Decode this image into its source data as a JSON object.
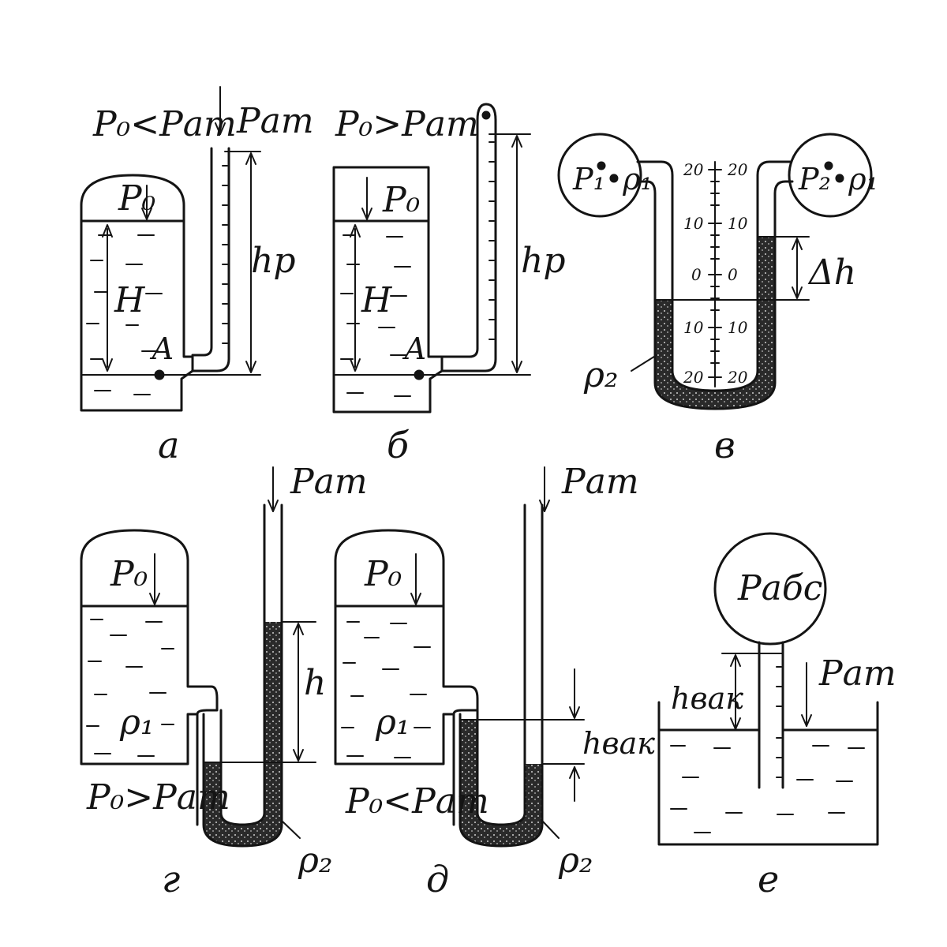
{
  "panels": {
    "a": {
      "caption": "а",
      "condition": "Р₀<Рат",
      "atm_label": "Рат",
      "p0_label": "Р₀",
      "H_label": "Н",
      "h_label": "hр",
      "point_label": "А"
    },
    "b": {
      "caption": "б",
      "condition": "Р₀>Рат",
      "p0_label": "Р₀",
      "H_label": "Н",
      "h_label": "hр",
      "point_label": "А"
    },
    "v": {
      "caption": "в",
      "left_bulb_label": "Р₁•ρ₁",
      "right_bulb_label": "Р₂•ρ₁",
      "scale_left": [
        "20",
        "10",
        "0",
        "10",
        "20"
      ],
      "scale_right": [
        "20",
        "10",
        "0",
        "10",
        "20"
      ],
      "dh_label": "Δh",
      "rho_label": "ρ₂"
    },
    "g": {
      "caption": "г",
      "atm_label": "Рат",
      "p0_label": "Р₀",
      "rho1_label": "ρ₁",
      "h_label": "h",
      "condition": "Р₀>Рат",
      "rho2_label": "ρ₂"
    },
    "d": {
      "caption": "д",
      "atm_label": "Рат",
      "p0_label": "Р₀",
      "rho1_label": "ρ₁",
      "h_label": "hвак",
      "condition": "Р₀<Рат",
      "rho2_label": "ρ₂"
    },
    "e": {
      "caption": "е",
      "bulb_label": "Рабс",
      "h_label": "hвак",
      "atm_label": "Рат"
    }
  },
  "colors": {
    "ink": "#141414",
    "paper": "#ffffff",
    "mercury": "#2a2a2a"
  }
}
